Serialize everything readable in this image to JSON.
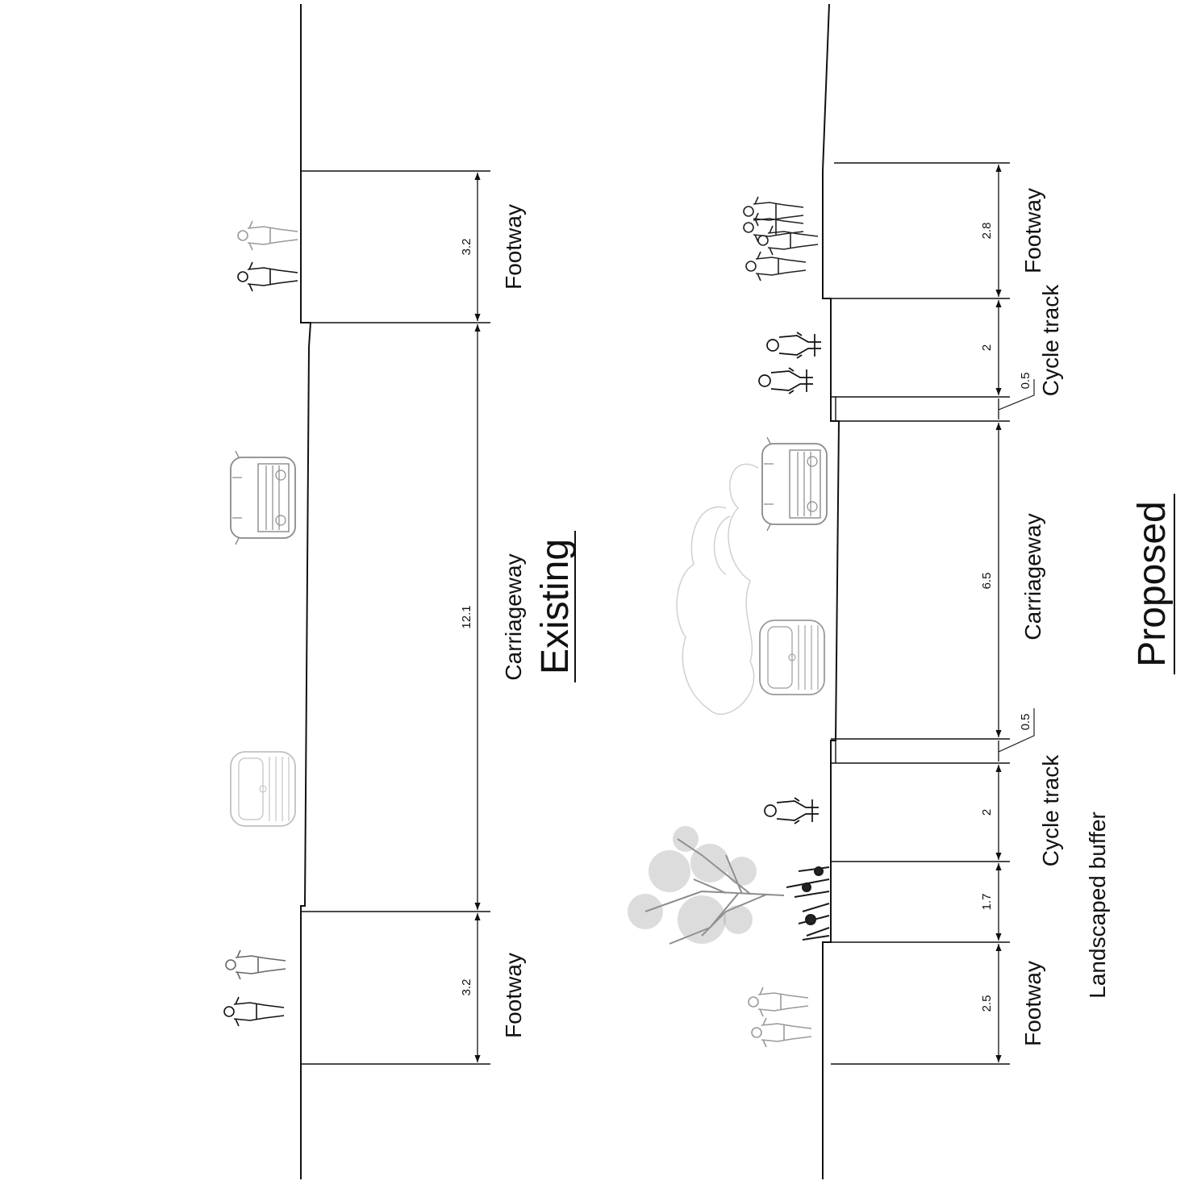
{
  "colors": {
    "line": "#111111",
    "ghost": "#9a9a9a",
    "faint": "#c4c4c4",
    "tree": "#8c8c8c",
    "shrub": "#222222"
  },
  "existing": {
    "title": "Existing",
    "zones": [
      {
        "name": "Footway",
        "width": "3.2"
      },
      {
        "name": "Carriageway",
        "width": "12.1"
      },
      {
        "name": "Footway",
        "width": "3.2"
      }
    ]
  },
  "proposed": {
    "title": "Proposed",
    "zones": [
      {
        "name": "Footway",
        "width": "2.8"
      },
      {
        "name": "Cycle track",
        "width": "2"
      },
      {
        "name": "",
        "width": "0.5"
      },
      {
        "name": "Carriageway",
        "width": "6.5"
      },
      {
        "name": "",
        "width": "0.5"
      },
      {
        "name": "Cycle track",
        "width": "2"
      },
      {
        "name": "Landscaped buffer",
        "width": "1.7"
      },
      {
        "name": "Footway",
        "width": "2.5"
      }
    ]
  }
}
